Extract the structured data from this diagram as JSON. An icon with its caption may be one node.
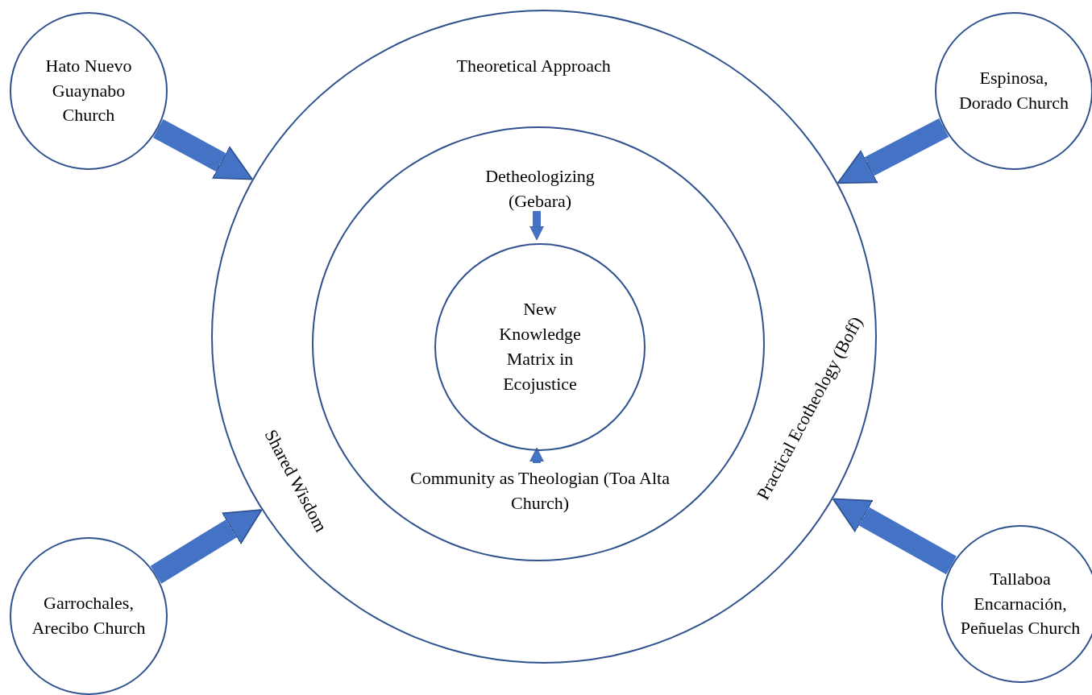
{
  "diagram": {
    "nodes": [
      {
        "text": [
          "Hato Nuevo Guaynabo Church"
        ]
      },
      {
        "text": [
          "Espinosa, Dorado Church"
        ]
      },
      {
        "text": [
          "Theoretical Approach",
          "Shared Wisdom",
          "Practical Ecotheology (Boff)"
        ]
      },
      {
        "text": [],
        "shape": "circle",
        "in": 2
      },
      {
        "text": [
          "Detheologizing (Gebara)"
        ],
        "in": 3
      },
      {
        "text": [
          "New Knowledge Matrix in Ecojustice"
        ],
        "in": 3
      },
      {
        "text": [
          "Community as Theologian (Toa Alta Church)"
        ],
        "in": 3
      },
      {
        "text": [
          "Garrochales, Arecibo Church"
        ]
      },
      {
        "text": [
          "Tallaboa Encarnación, Peñuelas Church"
        ]
      }
    ],
    "edges": [
      {
        "from": 0,
        "to": 2,
        "arrow": "to"
      },
      {
        "from": 1,
        "to": 2,
        "arrow": "to"
      },
      {
        "from": 7,
        "to": 2,
        "arrow": "to"
      },
      {
        "from": 8,
        "to": 2,
        "arrow": "to"
      },
      {
        "from": 4,
        "to": 5,
        "arrow": "to"
      },
      {
        "from": 6,
        "to": 5,
        "arrow": "to"
      }
    ]
  }
}
